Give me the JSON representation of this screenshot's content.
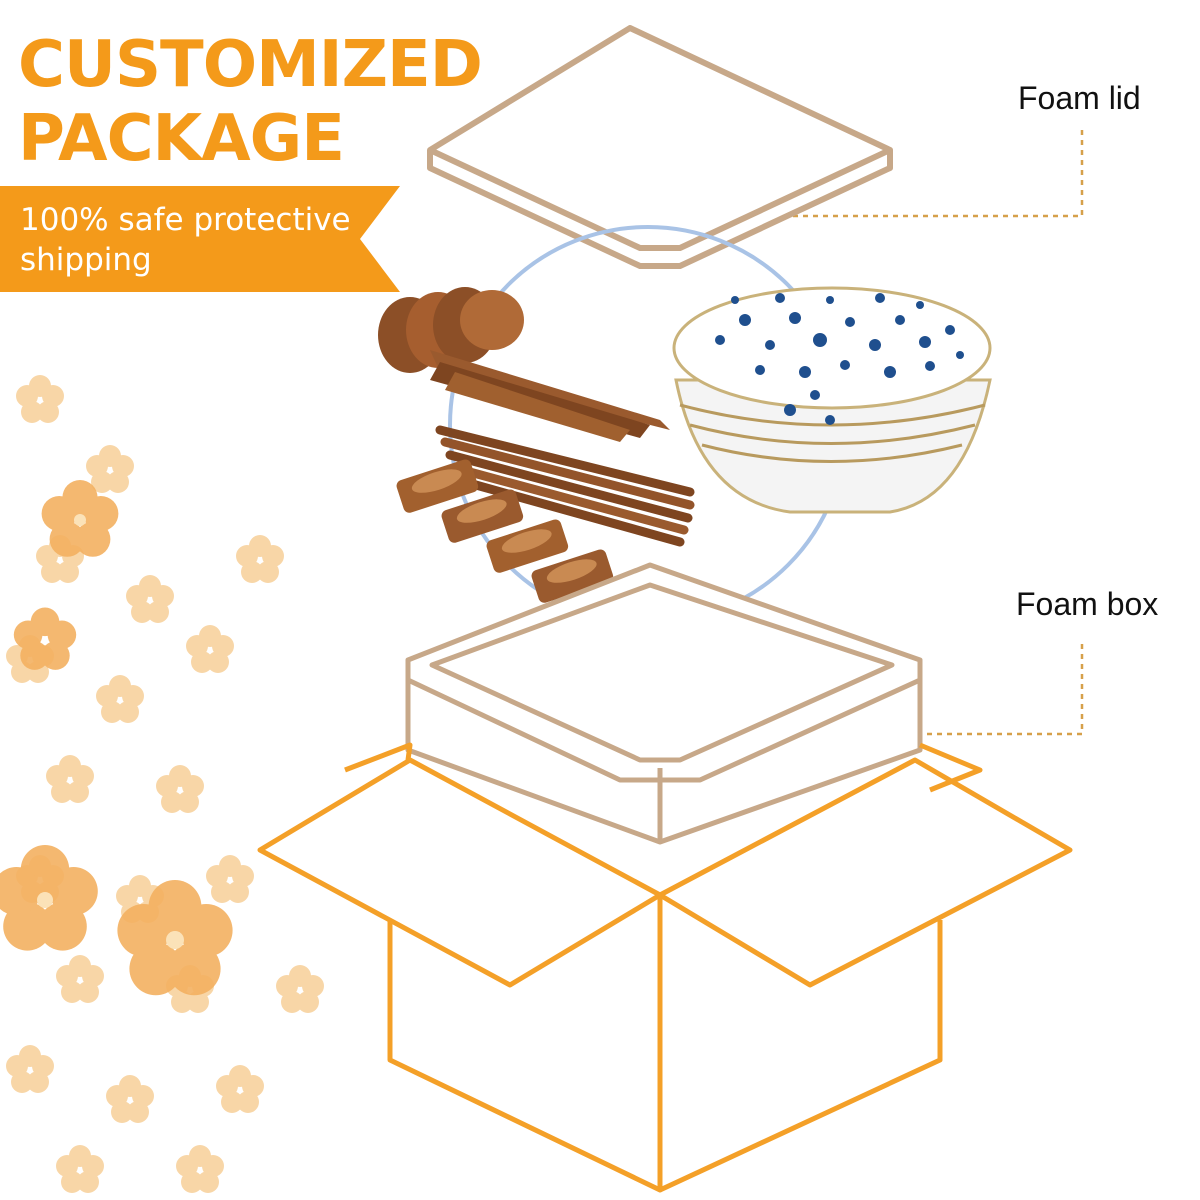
{
  "headline": {
    "line1": "CUSTOMIZED",
    "line2": "PACKAGE"
  },
  "ribbon": {
    "line1": "100% safe protective",
    "line2": "shipping"
  },
  "callouts": {
    "foam_lid": "Foam lid",
    "foam_box": "Foam box"
  },
  "colors": {
    "accent_orange": "#f49a1a",
    "foam_outline": "#c7a889",
    "circle_blue": "#a9c3e6",
    "arrow_blue": "#9db8e3",
    "blossom": "#f6c98a",
    "wood": "#9a5a2e",
    "bowl_blue": "#1f4f8e"
  },
  "icons": {
    "arrow": "down-arrow-icon",
    "blossoms": "cherry-blossom-icon"
  }
}
